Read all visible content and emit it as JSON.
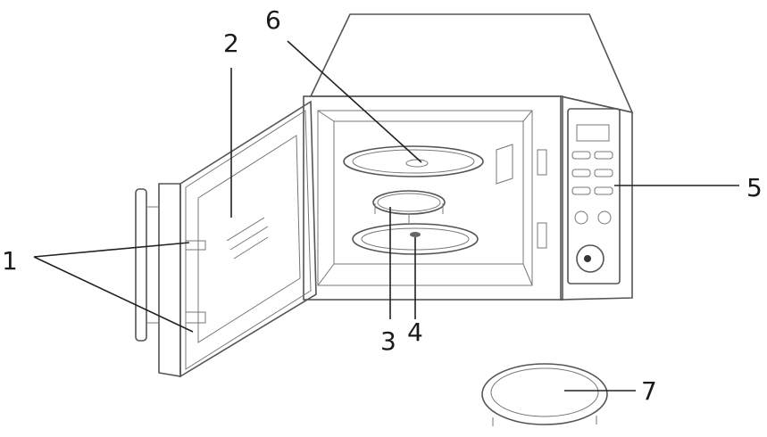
{
  "callouts": [
    {
      "id": "1",
      "label": "1"
    },
    {
      "id": "2",
      "label": "2"
    },
    {
      "id": "3",
      "label": "3"
    },
    {
      "id": "4",
      "label": "4"
    },
    {
      "id": "5",
      "label": "5"
    },
    {
      "id": "6",
      "label": "6"
    },
    {
      "id": "7",
      "label": "7"
    }
  ],
  "colors": {
    "line": "#555555",
    "leader": "#222222",
    "background": "#ffffff"
  }
}
